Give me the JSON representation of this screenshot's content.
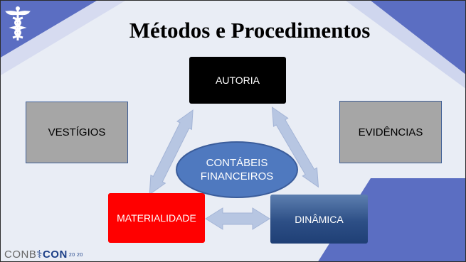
{
  "slide": {
    "title": "Métodos e Procedimentos",
    "colors": {
      "accent_blue": "#5b6ec2",
      "red": "#ff0000",
      "gray_box": "#a6a6a6",
      "ellipse_blue": "#4f79bf",
      "arrow": "#b7c6e2"
    }
  },
  "boxes": {
    "autoria": "AUTORIA",
    "vestigios": "VESTÍGIOS",
    "evidencias": "EVIDÊNCIAS",
    "materialidade": "MATERIALIDADE",
    "dinamica": "DINÂMICA"
  },
  "ellipse": {
    "line1": "CONTÁBEIS",
    "line2": "FINANCEIROS"
  },
  "footer": {
    "logo_left": "CONB",
    "logo_right": "CON",
    "logo_year": "20 20"
  },
  "icons": {
    "top_left": "caduceus-icon",
    "footer": "conbcon-logo"
  }
}
